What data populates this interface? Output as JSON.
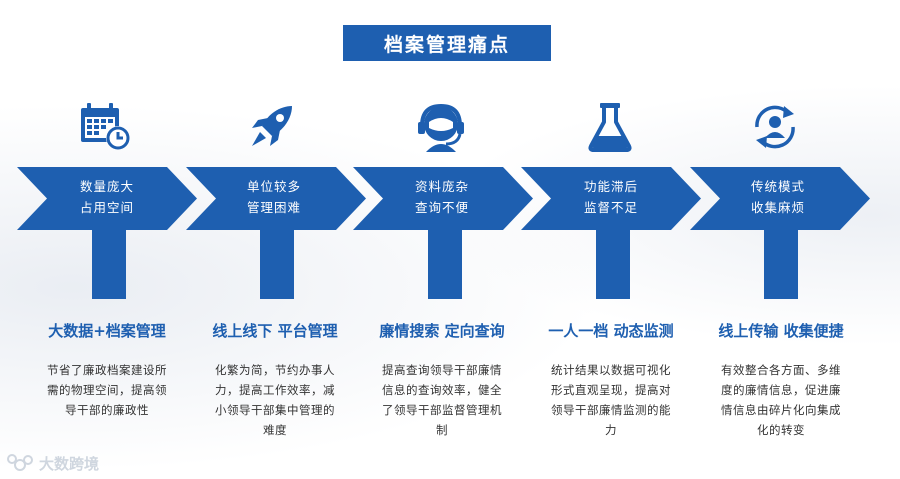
{
  "title": "档案管理痛点",
  "watermark": "大数跨境",
  "accent_color": "#1e5fb0",
  "steps": [
    {
      "icon": "calendar-icon",
      "chevron_lines": [
        "数量庞大",
        "占用空间"
      ],
      "heading": "大数据+档案管理",
      "desc": [
        "节省了廉政档案建设所",
        "需的物理空间，提高领",
        "导干部的廉政性"
      ]
    },
    {
      "icon": "rocket-icon",
      "chevron_lines": [
        "单位较多",
        "管理困难"
      ],
      "heading": "线上线下 平台管理",
      "desc": [
        "化繁为简，节约办事人",
        "力，提高工作效率，减",
        "小领导干部集中管理的",
        "难度"
      ]
    },
    {
      "icon": "headset-icon",
      "chevron_lines": [
        "资料庞杂",
        "查询不便"
      ],
      "heading": "廉情搜索 定向查询",
      "desc": [
        "提高查询领导干部廉情",
        "信息的查询效率，健全",
        "了领导干部监督管理机",
        "制"
      ]
    },
    {
      "icon": "flask-icon",
      "chevron_lines": [
        "功能滞后",
        "监督不足"
      ],
      "heading": "一人一档 动态监测",
      "desc": [
        "统计结果以数据可视化",
        "形式直观呈现，提高对",
        "领导干部廉情监测的能",
        "力"
      ]
    },
    {
      "icon": "user-refresh-icon",
      "chevron_lines": [
        "传统模式",
        "收集麻烦"
      ],
      "heading": "线上传输 收集便捷",
      "desc": [
        "有效整合各方面、多维",
        "度的廉情信息，促进廉",
        "情信息由碎片化向集成",
        "化的转变"
      ]
    }
  ]
}
